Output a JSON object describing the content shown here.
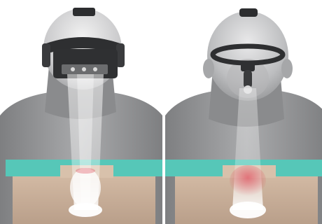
{
  "figure": {
    "panels": [
      {
        "id": "left",
        "depicts": "headset-with-front-lens-module"
      },
      {
        "id": "right",
        "depicts": "headset-with-lowered-optic"
      }
    ],
    "colors": {
      "background": "#ffffff",
      "body": "#8f9092",
      "body_light": "#c7c8ca",
      "collar": "#56c7b8",
      "bench": "#c7ad97",
      "device": "#2e2f31",
      "beam": "#ffffff",
      "laser": "#e04a5a"
    }
  }
}
